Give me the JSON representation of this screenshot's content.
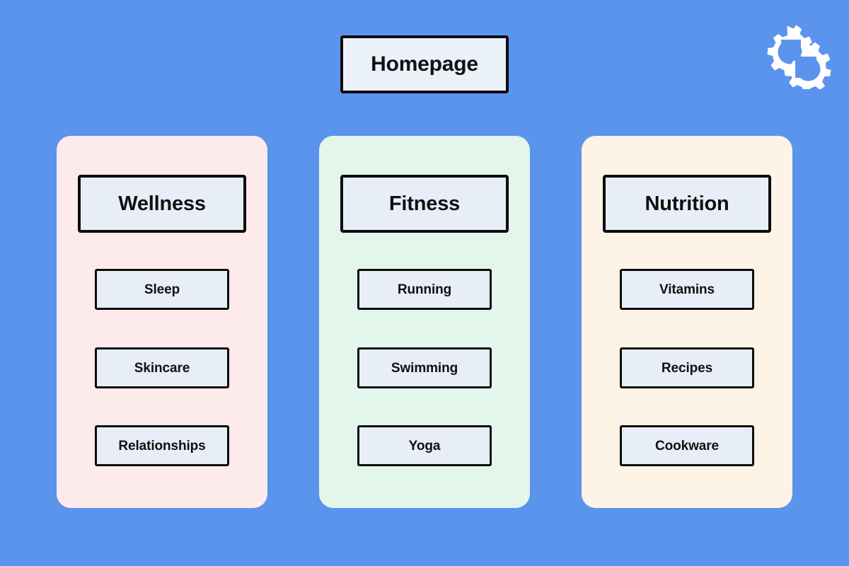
{
  "page": {
    "background_color": "#5b94ec",
    "node_fill_color": "#e8eef7",
    "node_border_color": "#0d0d0d"
  },
  "logo": {
    "icon": "two-gears-icon",
    "color": "#ffffff"
  },
  "root": {
    "label": "Homepage"
  },
  "columns": [
    {
      "header": "Wellness",
      "panel_color": "#fdebeb",
      "items": [
        {
          "label": "Sleep"
        },
        {
          "label": "Skincare"
        },
        {
          "label": "Relationships"
        }
      ]
    },
    {
      "header": "Fitness",
      "panel_color": "#e3f6ec",
      "items": [
        {
          "label": "Running"
        },
        {
          "label": "Swimming"
        },
        {
          "label": "Yoga"
        }
      ]
    },
    {
      "header": "Nutrition",
      "panel_color": "#fdf3e7",
      "items": [
        {
          "label": "Vitamins"
        },
        {
          "label": "Recipes"
        },
        {
          "label": "Cookware"
        }
      ]
    }
  ]
}
